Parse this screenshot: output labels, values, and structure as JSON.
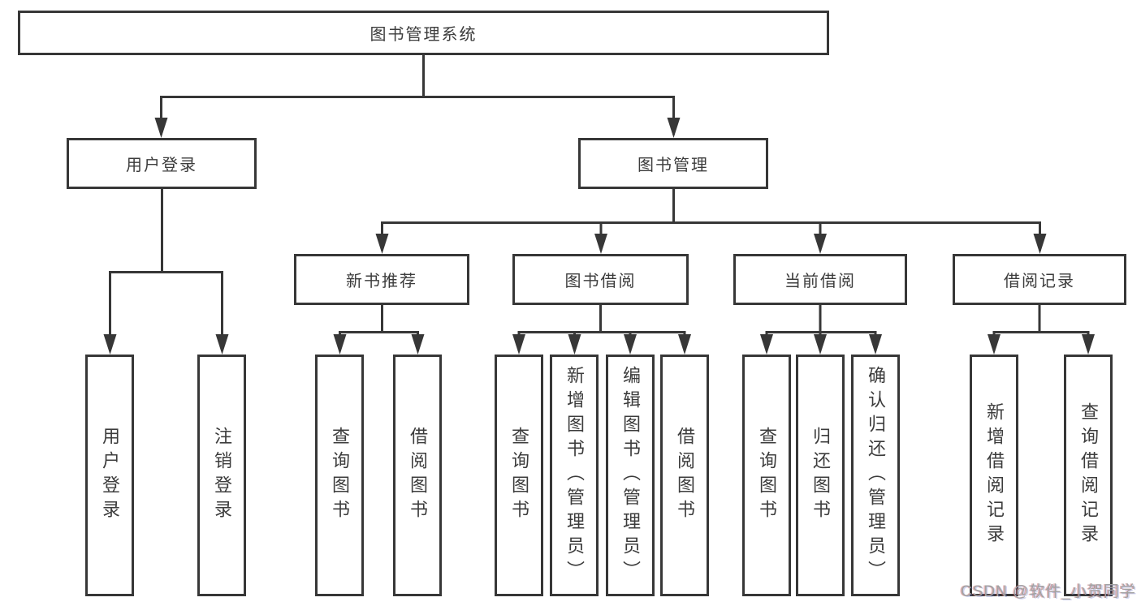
{
  "diagram": {
    "type": "hierarchy-flowchart",
    "root_label": "图书管理系统",
    "branches": [
      {
        "label": "用户登录",
        "children": [
          {
            "label": "用户登录"
          },
          {
            "label": "注销登录"
          }
        ]
      },
      {
        "label": "图书管理",
        "children": [
          {
            "label": "新书推荐",
            "children": [
              {
                "label": "查询图书"
              },
              {
                "label": "借阅图书"
              }
            ]
          },
          {
            "label": "图书借阅",
            "children": [
              {
                "label": "查询图书"
              },
              {
                "label": "新增图书（管理员）"
              },
              {
                "label": "编辑图书（管理员）"
              },
              {
                "label": "借阅图书"
              }
            ]
          },
          {
            "label": "当前借阅",
            "children": [
              {
                "label": "查询图书"
              },
              {
                "label": "归还图书"
              },
              {
                "label": "确认归还（管理员）"
              }
            ]
          },
          {
            "label": "借阅记录",
            "children": [
              {
                "label": "新增借阅记录"
              },
              {
                "label": "查询借阅记录"
              }
            ]
          }
        ]
      }
    ],
    "watermark": "CSDN @软件_小贺同学",
    "colors": {
      "line": "#373737",
      "text": "#3c3c3c",
      "background": "#ffffff",
      "watermark": "#a2a2a2"
    }
  }
}
